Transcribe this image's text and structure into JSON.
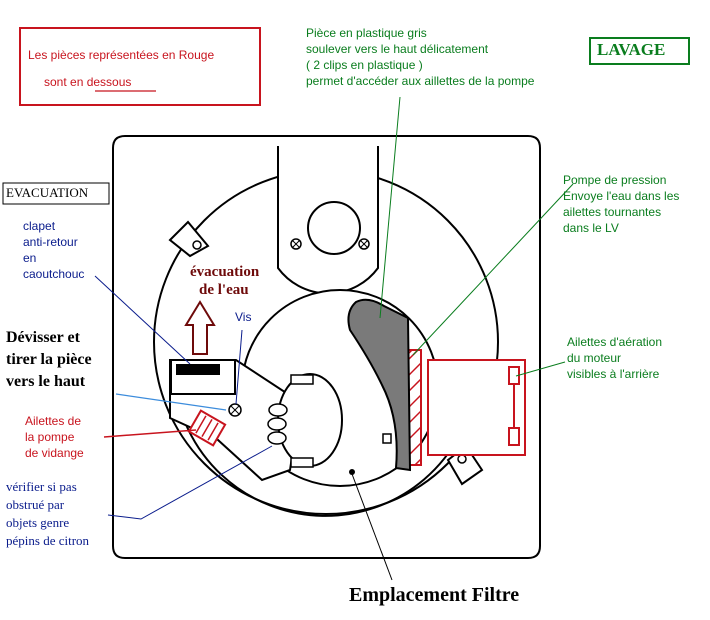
{
  "note_box": {
    "line1": "Les pièces représentées en Rouge",
    "line2_a": "sont en ",
    "line2_b": "dessous"
  },
  "title_lavage": "LAVAGE",
  "gray_part": {
    "line1": "Pièce en plastique gris",
    "line2": "soulever vers le haut délicatement",
    "line3": "( 2 clips en plastique )",
    "line4": "permet d'accéder aux aillettes de la pompe"
  },
  "evacuation_title": "EVACUATION",
  "clapet": {
    "line1": "clapet",
    "line2": "anti-retour",
    "line3": "en",
    "line4": "caoutchouc"
  },
  "evacuation_eau": {
    "line1": "évacuation",
    "line2": "de l'eau"
  },
  "vis": "Vis",
  "devisser": {
    "line1": "Dévisser et",
    "line2": "tirer la pièce",
    "line3": "vers le haut"
  },
  "ailettes_vidange": {
    "line1": "Ailettes de",
    "line2": "la pompe",
    "line3": "de vidange"
  },
  "verifier": {
    "line1": "vérifier si pas",
    "line2": "obstrué par",
    "line3": "objets genre",
    "line4": "pépins de citron"
  },
  "pompe_pression": {
    "line1": "Pompe de pression",
    "line2": "Envoye l'eau dans les",
    "line3": "ailettes tournantes",
    "line4": "dans le LV"
  },
  "ailettes_aeration": {
    "line1": "Ailettes d'aération",
    "line2": "du moteur",
    "line3": "visibles à l'arrière"
  },
  "emplacement_filtre": "Emplacement Filtre",
  "colors": {
    "red": "#c8141e",
    "green": "#0a7d1e",
    "blue": "#0a1c8c",
    "dark_red": "#6e0a0a",
    "gray_part": "#7a7a7a"
  }
}
